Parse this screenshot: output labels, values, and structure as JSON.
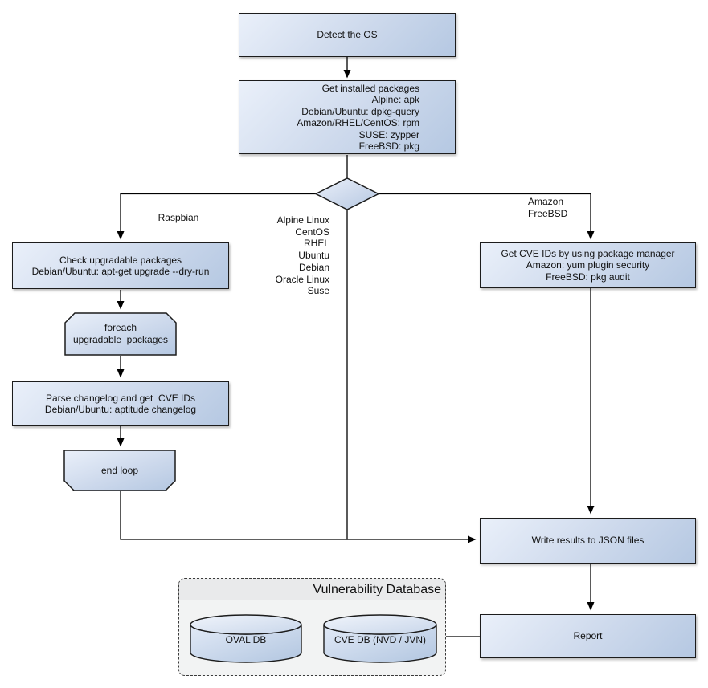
{
  "nodes": {
    "detect_os": {
      "label": "Detect the OS"
    },
    "get_packages": {
      "label": "Get installed packages\nAlpine: apk\nDebian/Ubuntu: dpkg-query\nAmazon/RHEL/CentOS: rpm\nSUSE: zypper\nFreeBSD: pkg"
    },
    "check_upgradable": {
      "label": "Check upgradable packages\nDebian/Ubuntu: apt-get upgrade --dry-run"
    },
    "foreach_loop": {
      "label": "foreach\nupgradable  packages"
    },
    "parse_changelog": {
      "label": "Parse changelog and get  CVE IDs\nDebian/Ubuntu: aptitude changelog"
    },
    "end_loop": {
      "label": "end loop"
    },
    "get_cve_ids": {
      "label": "Get CVE IDs by using package manager\nAmazon: yum plugin security\nFreeBSD: pkg audit"
    },
    "write_results": {
      "label": "Write results to JSON files"
    },
    "report": {
      "label": "Report"
    },
    "oval_db": {
      "label": "OVAL DB"
    },
    "cve_db": {
      "label": "CVE DB (NVD / JVN)"
    }
  },
  "branch_labels": {
    "left": "Raspbian",
    "middle": "Alpine Linux\nCentOS\nRHEL\nUbuntu\nDebian\nOracle Linux\nSuse",
    "right": "Amazon\nFreeBSD"
  },
  "container": {
    "title": "Vulnerability Database"
  },
  "colors": {
    "node_fill_start": "#eaf0fa",
    "node_fill_end": "#b5c8e2",
    "node_border": "#1c1c1c",
    "connector": "#000000",
    "container_fill": "#f2f3f3",
    "container_titlebar": "#e9eaeb",
    "container_border": "#3a3a3a",
    "background": "#ffffff",
    "text": "#111111"
  }
}
